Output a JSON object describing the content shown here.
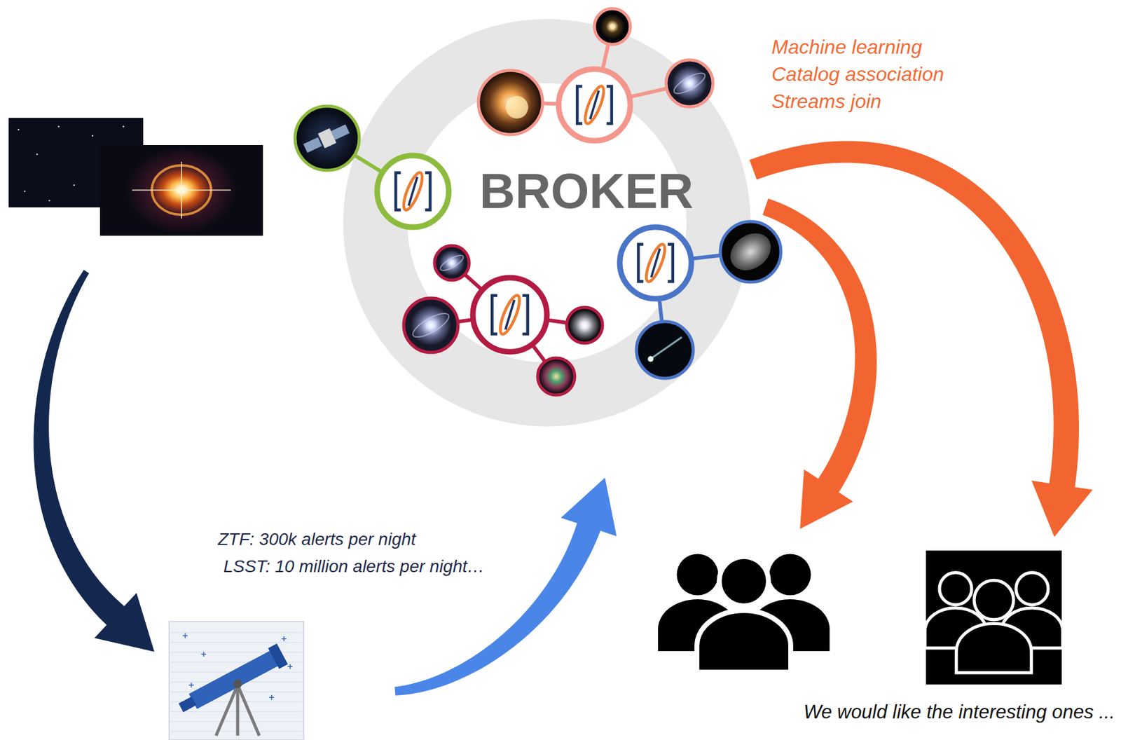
{
  "diagram": {
    "nodes": [
      {
        "text": [
          "BROKER"
        ]
      }
    ],
    "labels": [
      "Machine learning",
      "Catalog association",
      "Streams join",
      "ZTF: 300k alerts per night",
      "LSST: 10 million alerts per night…",
      "We would like the interesting ones ..."
    ]
  }
}
